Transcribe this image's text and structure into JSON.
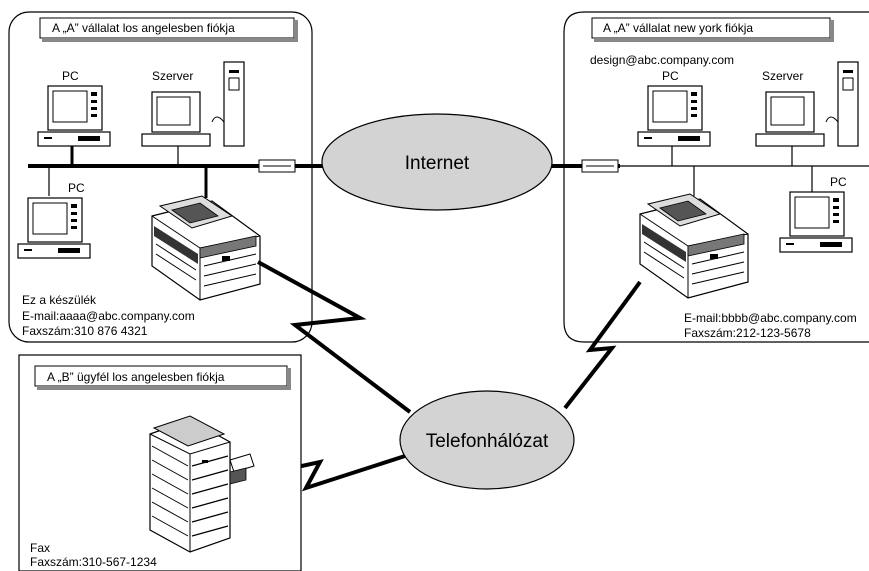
{
  "la_office": {
    "title": "A „A” vállalat los angelesben fiókja",
    "pc_label_top": "PC",
    "server_label": "Szerver",
    "pc_label_bottom": "PC",
    "device_line1": "Ez a készülék",
    "device_line2": "E-mail:aaaa@abc.company.com",
    "device_line3": "Faxszám:310 876 4321"
  },
  "ny_office": {
    "title": "A „A” vállalat new york fiókja",
    "email_top": "design@abc.company.com",
    "pc_label_top": "PC",
    "server_label": "Szerver",
    "pc_label_right": "PC",
    "device_line1": "E-mail:bbbb@abc.company.com",
    "device_line2": "Faxszám:212-123-5678"
  },
  "internet": {
    "label": "Internet"
  },
  "phone_network": {
    "label": "Telefonhálózat"
  },
  "client_b": {
    "title": "A „B” ügyfél los angelesben fiókja",
    "fax_line1": "Fax",
    "fax_line2": "Faxszám:310-567-1234"
  }
}
